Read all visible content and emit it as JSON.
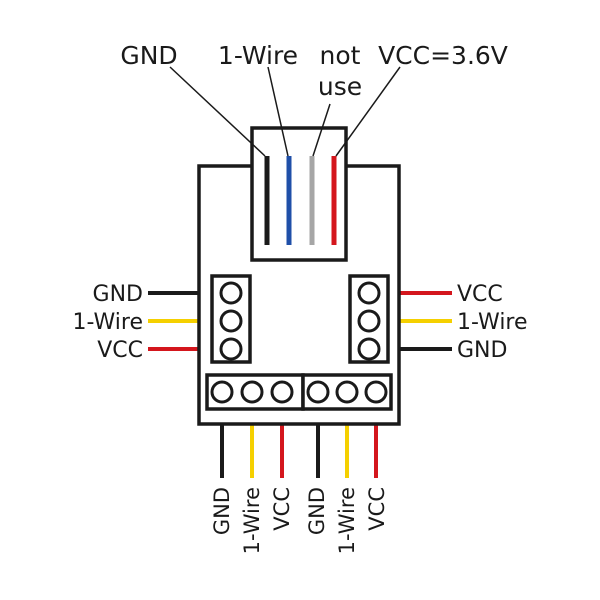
{
  "colors": {
    "gnd": "#1a1a1a",
    "one_wire": "#f5d000",
    "vcc": "#d4161d",
    "data_blue": "#1f4fa8",
    "not_used": "#a6a6a6",
    "outline": "#1a1a1a"
  },
  "top_connector": {
    "labels": {
      "gnd": "GND",
      "one_wire": "1-Wire",
      "not_use_line1": "not",
      "not_use_line2": "use",
      "vcc": "VCC=3.6V"
    }
  },
  "left_header": {
    "pins": [
      {
        "label": "GND",
        "signal": "gnd"
      },
      {
        "label": "1-Wire",
        "signal": "one_wire"
      },
      {
        "label": "VCC",
        "signal": "vcc"
      }
    ]
  },
  "right_header": {
    "pins": [
      {
        "label": "VCC",
        "signal": "vcc"
      },
      {
        "label": "1-Wire",
        "signal": "one_wire"
      },
      {
        "label": "GND",
        "signal": "gnd"
      }
    ]
  },
  "bottom_header": {
    "pins": [
      {
        "label": "GND",
        "signal": "gnd"
      },
      {
        "label": "1-Wire",
        "signal": "one_wire"
      },
      {
        "label": "VCC",
        "signal": "vcc"
      },
      {
        "label": "GND",
        "signal": "gnd"
      },
      {
        "label": "1-Wire",
        "signal": "one_wire"
      },
      {
        "label": "VCC",
        "signal": "vcc"
      }
    ]
  }
}
